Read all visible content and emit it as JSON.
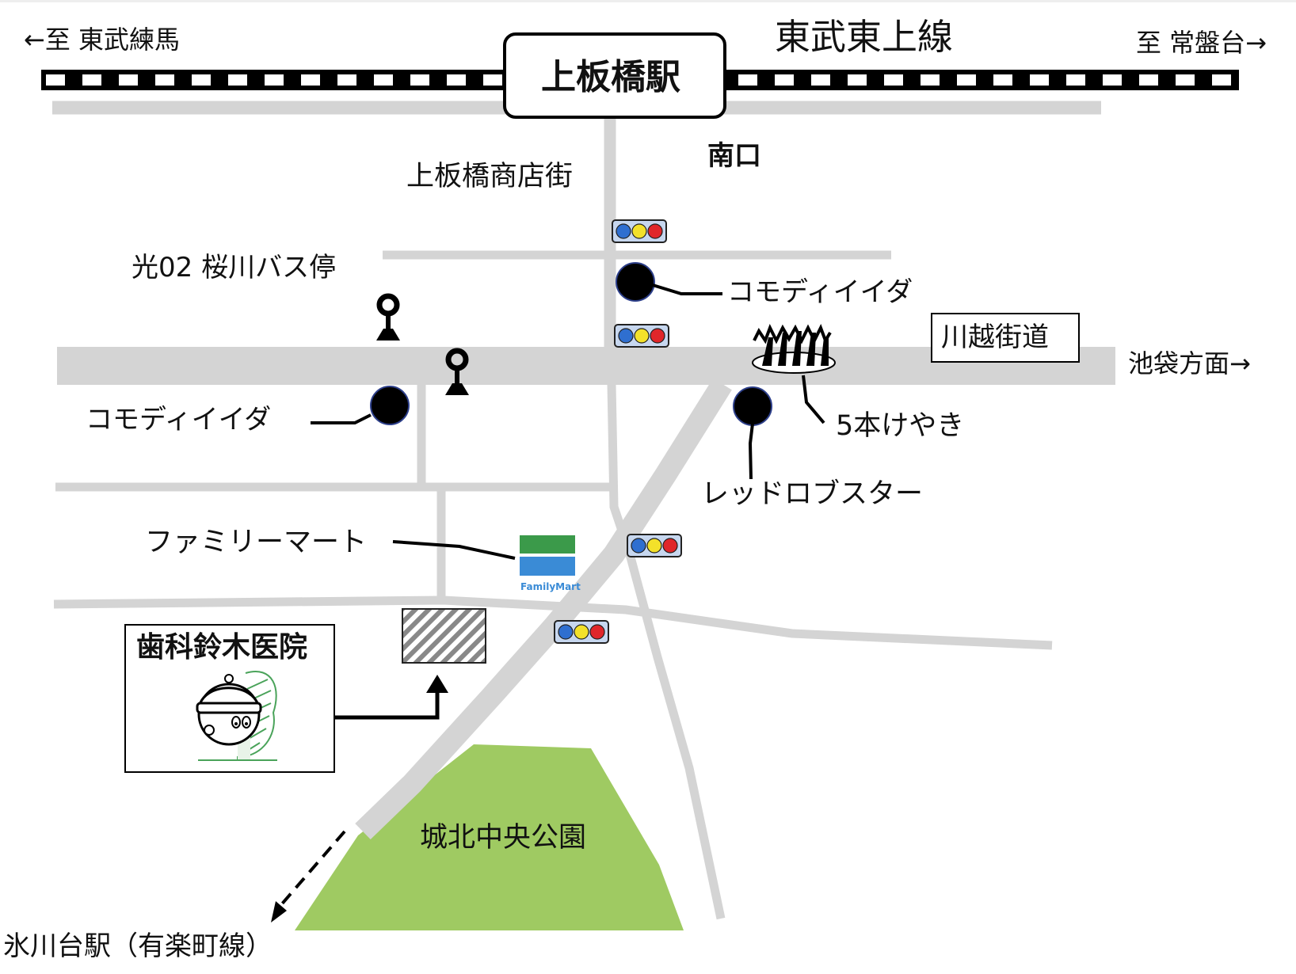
{
  "rail": {
    "line_name": "東武東上線",
    "station_name": "上板橋駅",
    "to_left": "←至 東武練馬",
    "to_right": "至 常盤台→",
    "south_exit": "南口"
  },
  "streets": {
    "shopping_street": "上板橋商店街",
    "kawagoe_kaido": "川越街道",
    "to_ikebukuro": "池袋方面→"
  },
  "landmarks": {
    "bus_stop": "光02 桜川バス停",
    "komodi_north": "コモディイイダ",
    "komodi_west": "コモディイイダ",
    "five_keyaki": "5本けやき",
    "red_lobster": "レッドロブスター",
    "family_mart": "ファミリーマート",
    "family_mart_logo": "FamilyMart",
    "park": "城北中央公園",
    "hikawadai": "氷川台駅（有楽町線）"
  },
  "clinic": {
    "name": "歯科鈴木医院"
  },
  "colors": {
    "road": "#d4d4d4",
    "park": "#9fca62",
    "signal_blue": "#2f6fd0",
    "signal_yellow": "#f3e12a",
    "signal_red": "#e0262a",
    "signal_box": "#c7d7ef",
    "fm_green": "#3b9a4a",
    "fm_blue": "#3a8bd6"
  },
  "icons": [
    "traffic-signal-icon",
    "bus-stop-icon",
    "keyaki-tree-icon",
    "store-marker-icon",
    "clinic-mascot-icon",
    "target-building-icon"
  ]
}
